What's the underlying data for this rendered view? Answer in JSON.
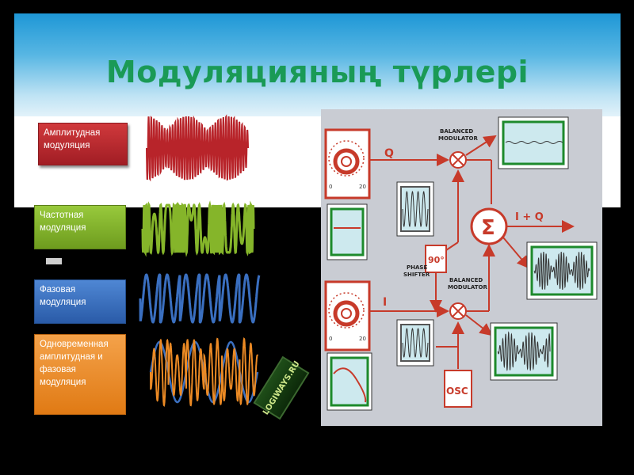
{
  "slide": {
    "title": "Модуляцияның түрлері"
  },
  "modulation_types": [
    {
      "label": "Амплитудная\nмодуляция",
      "color": "#b8242a"
    },
    {
      "label": "Частотная\nмодуляция",
      "color": "#85b52a"
    },
    {
      "label": "Фазовая\nмодуляция",
      "color": "#3a6fc0"
    },
    {
      "label": "Одновременная\nамплитудная и\nфазовая\nмодуляция",
      "color": "#ec8a24"
    }
  ],
  "logo": {
    "text": "LOGIWAYS.RU"
  },
  "diagram": {
    "q_label": "Q",
    "i_label": "I",
    "sum_symbol": "Σ",
    "output_label": "I + Q",
    "balanced_modulator_top": "BALANCED\nMODULATOR",
    "balanced_modulator_bottom": "BALANCED\nMODULATOR",
    "phase_shifter_label": "PHASE\nSHIFTER",
    "phase_value": "90°",
    "osc_label": "OSC",
    "dial_min": "0",
    "dial_max": "20"
  }
}
